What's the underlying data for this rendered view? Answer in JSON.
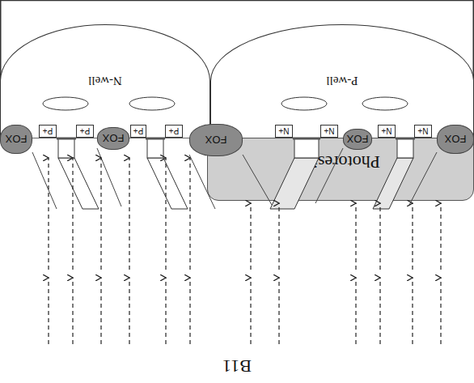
{
  "diagram": {
    "title": "B11",
    "nodes": [
      {
        "text": [
          "Photoresist"
        ]
      },
      {
        "text": [
          "FOX"
        ]
      },
      {
        "text": [
          "FOX"
        ]
      },
      {
        "text": [
          "FOX"
        ]
      },
      {
        "text": [
          "FOX"
        ]
      },
      {
        "text": [
          "FOX"
        ]
      },
      {
        "text": [
          "P-well"
        ]
      },
      {
        "text": [
          "N-well"
        ]
      }
    ],
    "labels": [
      "N+",
      "N+",
      "N+",
      "N+",
      "P+",
      "P+",
      "P+",
      "P+"
    ]
  }
}
